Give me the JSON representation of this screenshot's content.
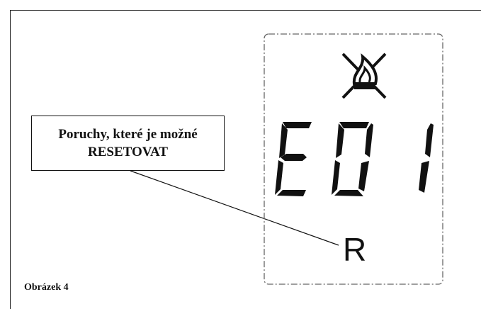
{
  "figure_code": "0503_1802",
  "callout": {
    "line1": "Poruchy, které je možné",
    "line2": "RESETOVAT"
  },
  "display": {
    "error_code": "E01",
    "reset_letter": "R",
    "icon": "flame-crossed-icon"
  },
  "caption": "Obrázek 4"
}
